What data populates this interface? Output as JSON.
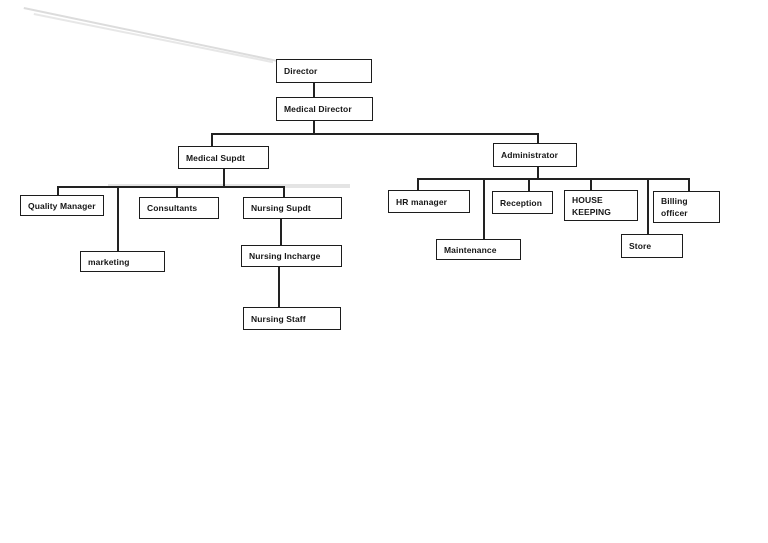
{
  "page": {
    "background": "#ffffff"
  },
  "diagram": {
    "type": "org-chart",
    "colors": {
      "box_border": "#1c1c1c",
      "text": "#161616",
      "connector": "#222222",
      "background": "#ffffff"
    },
    "nodes": [
      {
        "id": "director",
        "label": "Director",
        "parent": null
      },
      {
        "id": "medical-director",
        "label": "Medical Director",
        "parent": "director"
      },
      {
        "id": "medical-supdt",
        "label": "Medical Supdt",
        "parent": "medical-director"
      },
      {
        "id": "administrator",
        "label": "Administrator",
        "parent": "medical-director"
      },
      {
        "id": "quality-manager",
        "label": "Quality Manager",
        "parent": "medical-supdt"
      },
      {
        "id": "consultants",
        "label": "Consultants",
        "parent": "medical-supdt"
      },
      {
        "id": "nursing-supdt",
        "label": "Nursing Supdt",
        "parent": "medical-supdt"
      },
      {
        "id": "marketing",
        "label": "marketing",
        "parent": "medical-supdt"
      },
      {
        "id": "nursing-incharge",
        "label": "Nursing Incharge",
        "parent": "nursing-supdt"
      },
      {
        "id": "nursing-staff",
        "label": "Nursing Staff",
        "parent": "nursing-incharge"
      },
      {
        "id": "hr-manager",
        "label": "HR manager",
        "parent": "administrator"
      },
      {
        "id": "reception",
        "label": "Reception",
        "parent": "administrator"
      },
      {
        "id": "house-keeping",
        "label": "HOUSE KEEPING",
        "label_lines": [
          "HOUSE",
          "KEEPING"
        ],
        "parent": "administrator"
      },
      {
        "id": "billing-officer",
        "label": "Billing officer",
        "label_lines": [
          "Billing",
          "officer"
        ],
        "parent": "administrator"
      },
      {
        "id": "maintenance",
        "label": "Maintenance",
        "parent": "administrator"
      },
      {
        "id": "store",
        "label": "Store",
        "parent": "administrator"
      }
    ]
  }
}
